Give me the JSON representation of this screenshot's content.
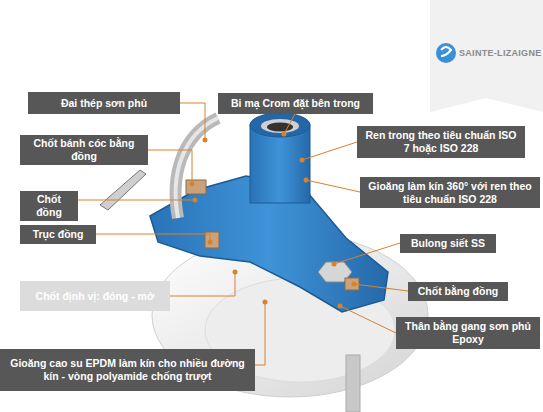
{
  "diagram": {
    "nodes": [
      {
        "text": [
          "Đai thép sơn phủ"
        ]
      },
      {
        "text": [
          "Bi mạ Crom đặt bên trong"
        ]
      },
      {
        "text": [
          "Ren trong theo tiêu chuẩn ISO 7 hoặc ISO 228"
        ]
      },
      {
        "text": [
          "Chốt bánh cóc bằng đồng"
        ]
      },
      {
        "text": [
          "Gioăng làm kín 360° với ren theo tiêu chuẩn ISO 228"
        ]
      },
      {
        "text": [
          "Chốt đồng"
        ]
      },
      {
        "text": [
          "Trục đồng"
        ]
      },
      {
        "text": [
          "Bulong siết SS"
        ]
      },
      {
        "text": [
          "Chốt định vị: đóng - mở"
        ]
      },
      {
        "text": [
          "Chốt bằng đồng"
        ]
      },
      {
        "text": [
          "Thân bằng gang sơn phủ Epoxy"
        ]
      },
      {
        "text": [
          "Gioăng cao su EPDM làm kín cho nhiều đường kín - vòng polyamide chống trượt"
        ]
      }
    ],
    "labels": [
      "SAINTE-LIZAIGNE"
    ]
  }
}
